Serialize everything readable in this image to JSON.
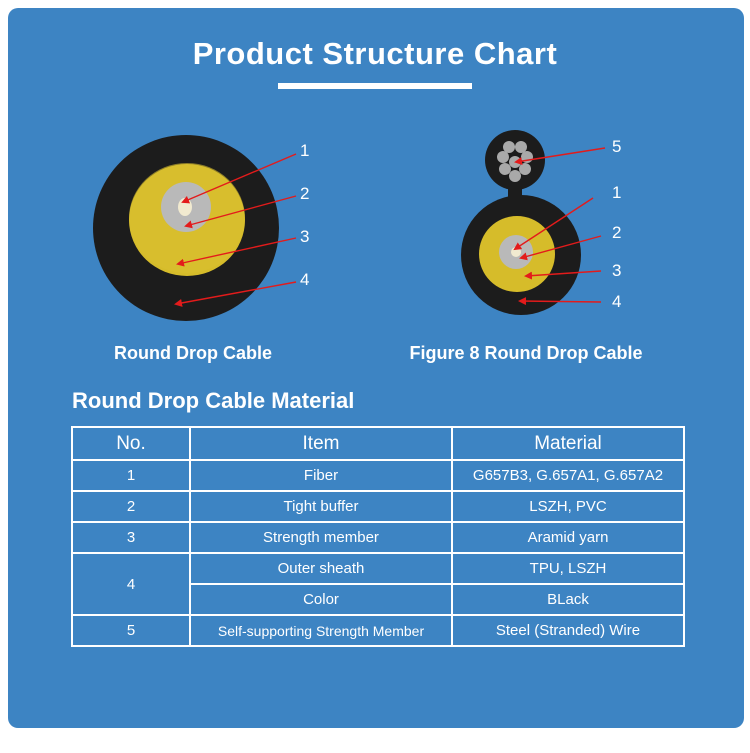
{
  "title": "Product Structure Chart",
  "captions": {
    "round": "Round Drop Cable",
    "figure8": "Figure 8 Round Drop Cable"
  },
  "callouts": {
    "round": [
      "1",
      "2",
      "3",
      "4"
    ],
    "figure8": [
      "5",
      "1",
      "2",
      "3",
      "4"
    ]
  },
  "section_title": "Round Drop Cable Material",
  "table": {
    "headers": [
      "No.",
      "Item",
      "Material"
    ],
    "rows": [
      {
        "no": "1",
        "item": "Fiber",
        "material": "G657B3, G.657A1, G.657A2"
      },
      {
        "no": "2",
        "item": "Tight buffer",
        "material": "LSZH, PVC"
      },
      {
        "no": "3",
        "item": "Strength member",
        "material": "Aramid yarn"
      },
      {
        "no": "4",
        "item": "Outer sheath",
        "material": "TPU, LSZH"
      },
      {
        "item": "Color",
        "material": "BLack"
      },
      {
        "no": "5",
        "item": "Self-supporting Strength Member",
        "material": "Steel (Stranded) Wire"
      }
    ]
  },
  "colors": {
    "background": "#3d84c3",
    "sheath": "#1c1c1c",
    "aramid": "#d6bc2a",
    "buffer": "#b9b9b9",
    "arrow": "#e31b1b"
  }
}
